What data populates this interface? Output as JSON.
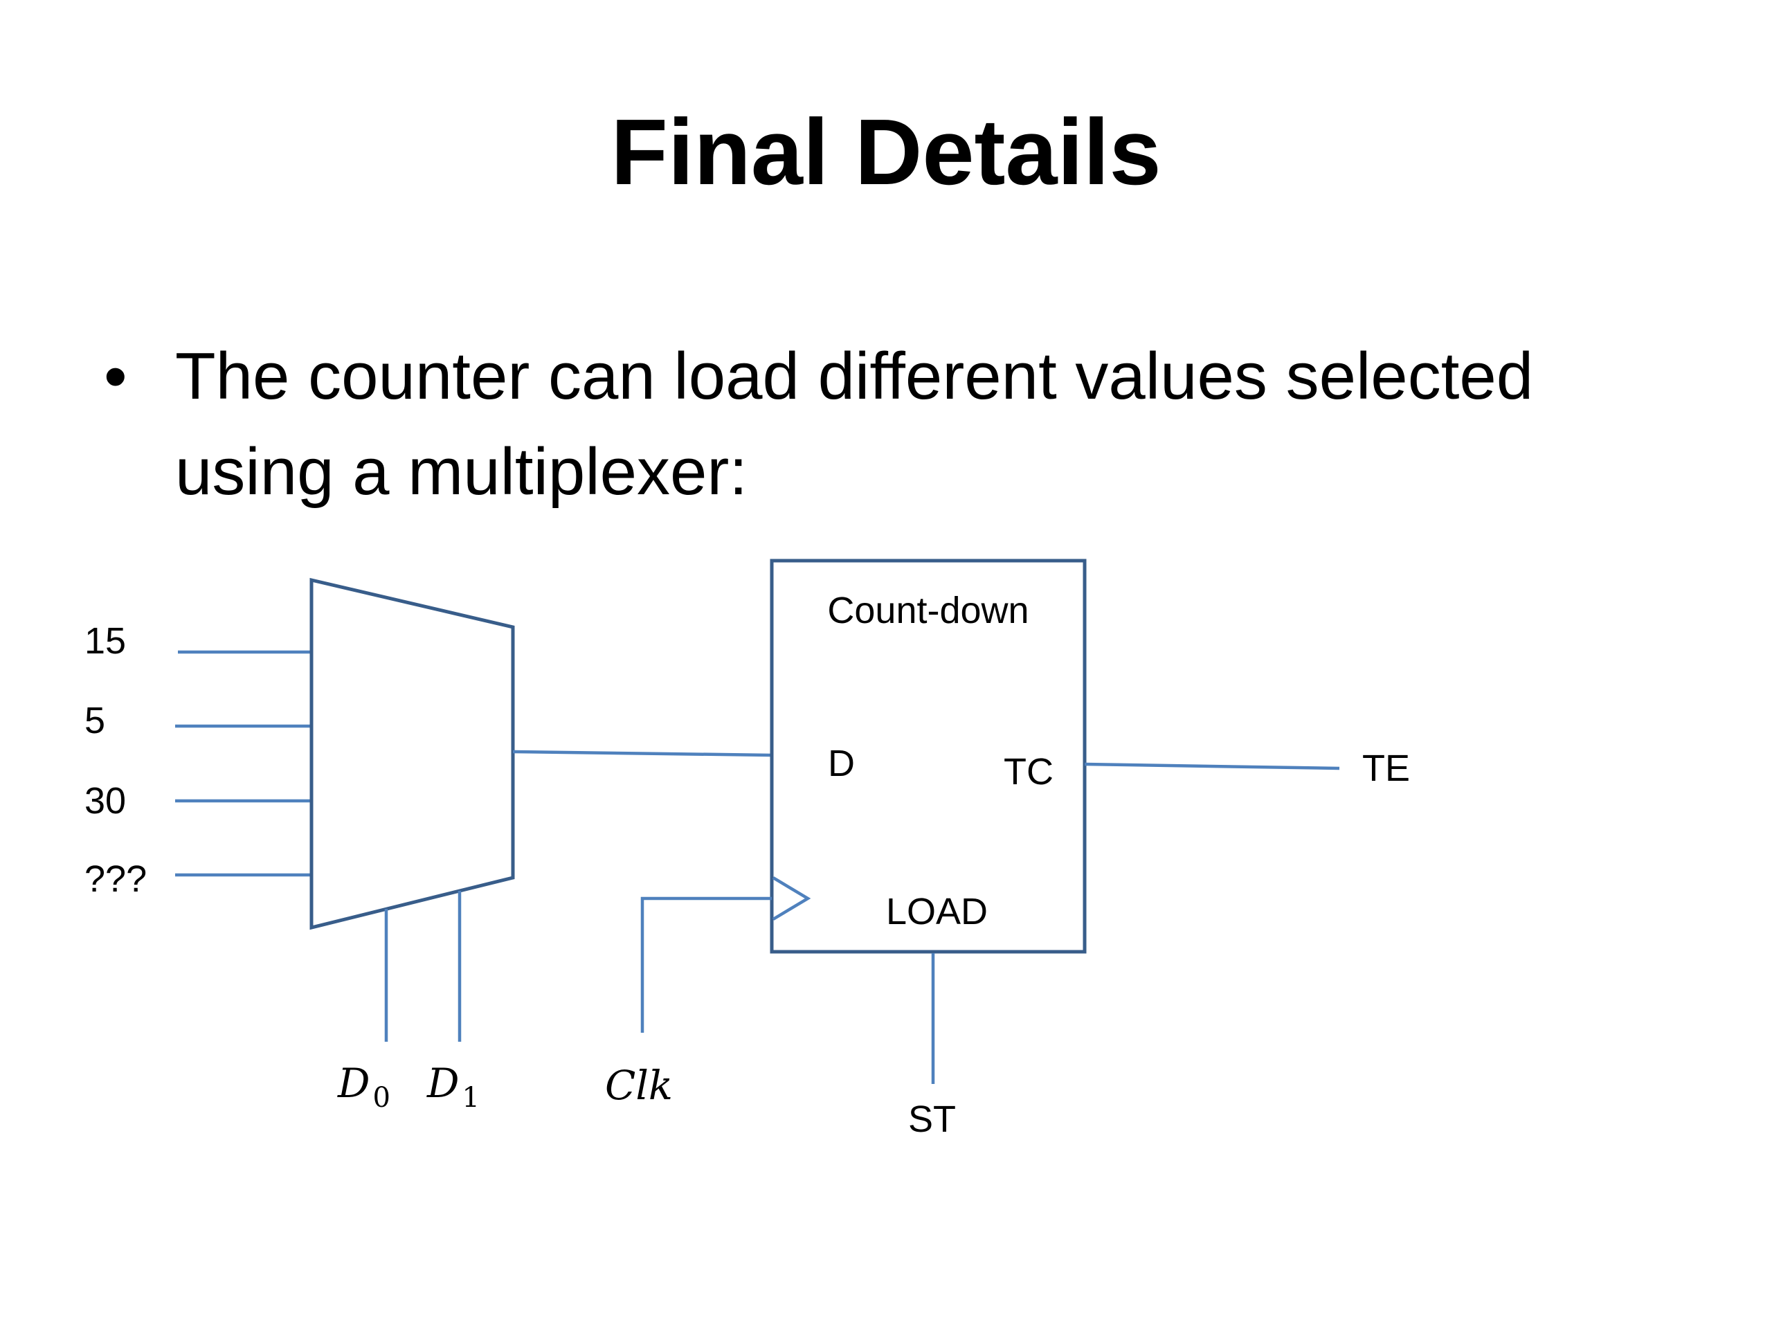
{
  "slide": {
    "title": "Final Details",
    "bullets": [
      "The counter can load different values selected using a multiplexer:"
    ]
  },
  "diagram": {
    "mux_inputs": [
      "15",
      "5",
      "30",
      "???"
    ],
    "select_lines": [
      {
        "symbol": "D",
        "subscript": "0"
      },
      {
        "symbol": "D",
        "subscript": "1"
      }
    ],
    "clock": {
      "symbol": "Clk"
    },
    "counter": {
      "title": "Count-down",
      "data_input": "D",
      "terminal_count": "TC",
      "load_input": "LOAD"
    },
    "output_label": "TE",
    "load_signal_label": "ST",
    "colors": {
      "wire": "#4f81bd",
      "block_outline": "#385d8a"
    }
  }
}
